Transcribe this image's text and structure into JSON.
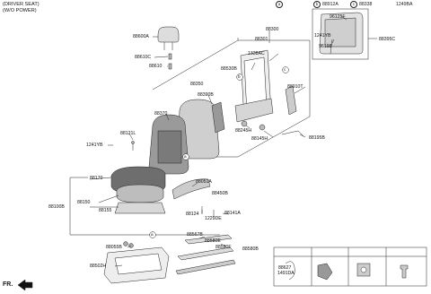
{
  "header": {
    "line1": "(DRIVER SEAT)",
    "line2": "(W/O POWER)"
  },
  "direction": "FR.",
  "labels": {
    "l88600A": "88600A",
    "l88610C": "88610C",
    "l88610": "88610",
    "l88300": "88300",
    "l88301": "88301",
    "l1338AC": "1338AC",
    "l88530B": "88530B",
    "l88910T": "88910T",
    "l88350": "88350",
    "l88390B": "88390B",
    "l88370": "88370",
    "l88245H": "88245H",
    "l88145H": "88145H",
    "l88195B": "88195B",
    "l88121L": "88121L",
    "l1241YB_a": "1241YB",
    "l88170": "88170",
    "l88051A": "88051A",
    "l88450B": "88450B",
    "l88100B": "88100B",
    "l88150": "88150",
    "l88155": "88155",
    "l88124": "88124",
    "l88141A": "88141A",
    "l1229DE": "1229DE",
    "l88567B": "88567B",
    "l88580E": "88580E",
    "l88580F": "88580F",
    "l88580B": "88580B",
    "l88055B": "88055B",
    "l88502H": "88502H",
    "l96125F": "96125F",
    "l1241YB_b": "1241YB",
    "l96198": "96198",
    "l88395C": "88395C"
  },
  "callouts": {
    "a": "a",
    "b": "b",
    "c": "c"
  },
  "legend": [
    {
      "key": "a",
      "parts": [
        "88627",
        "1491DA"
      ]
    },
    {
      "key": "b",
      "parts": [
        "88912A"
      ]
    },
    {
      "key": "c",
      "parts": [
        "88338"
      ]
    },
    {
      "key": "",
      "parts": [
        "1249BA"
      ]
    }
  ]
}
